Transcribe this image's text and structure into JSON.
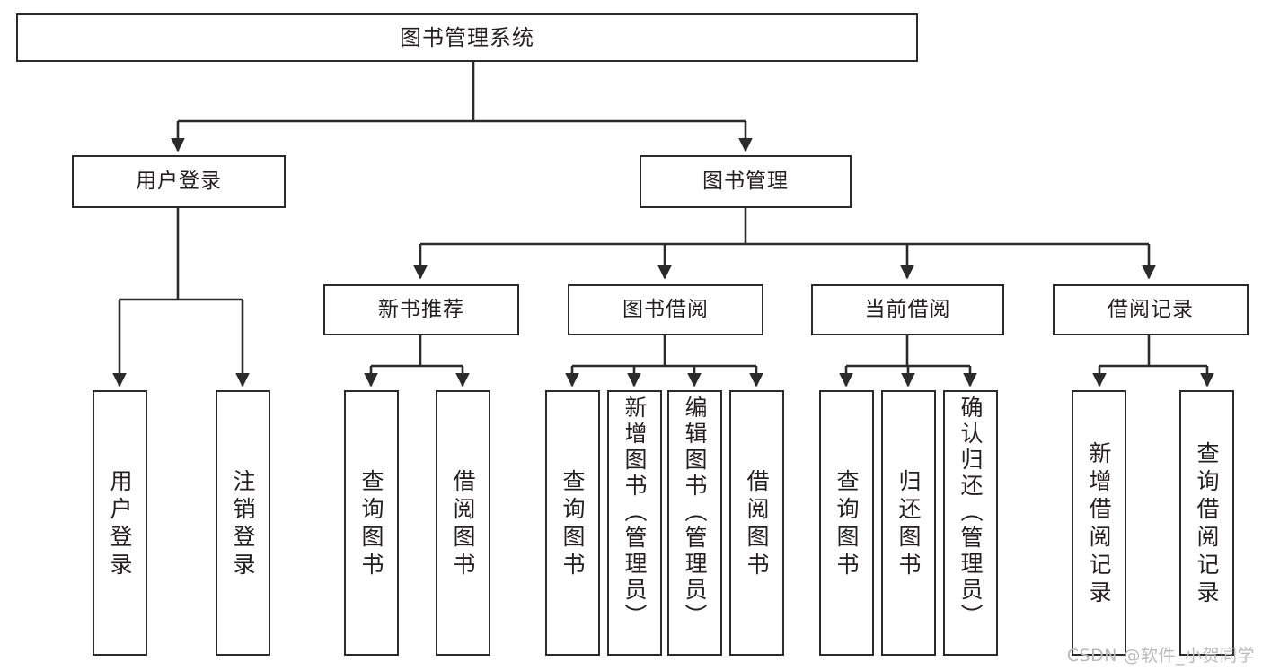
{
  "diagram": {
    "title": "图书管理系统",
    "type": "tree-hierarchy-chart",
    "root": {
      "label": "图书管理系统"
    },
    "level2": [
      {
        "label": "用户登录"
      },
      {
        "label": "图书管理"
      }
    ],
    "level3": [
      {
        "label": "新书推荐"
      },
      {
        "label": "图书借阅"
      },
      {
        "label": "当前借阅"
      },
      {
        "label": "借阅记录"
      }
    ],
    "leaves": {
      "user_login": [
        {
          "label": "用户登录"
        },
        {
          "label": "注销登录"
        }
      ],
      "new_book_recommend": [
        {
          "label": "查询图书"
        },
        {
          "label": "借阅图书"
        }
      ],
      "book_borrow": [
        {
          "label": "查询图书"
        },
        {
          "label": "新增图书（管理员）"
        },
        {
          "label": "编辑图书（管理员）"
        },
        {
          "label": "借阅图书"
        }
      ],
      "current_borrow": [
        {
          "label": "查询图书"
        },
        {
          "label": "归还图书"
        },
        {
          "label": "确认归还（管理员）"
        }
      ],
      "borrow_record": [
        {
          "label": "新增借阅记录"
        },
        {
          "label": "查询借阅记录"
        }
      ]
    }
  },
  "watermark": {
    "text": "CSDN @软件_小贺同学"
  },
  "colors": {
    "stroke": "#2b2b2b",
    "text": "#231f20",
    "background": "#ffffff",
    "watermark": "#b9b9b9"
  }
}
